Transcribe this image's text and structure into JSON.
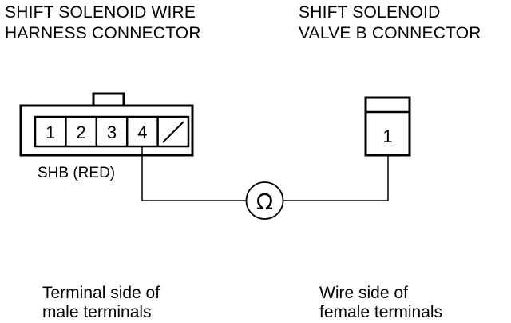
{
  "left_connector": {
    "title_line1": "SHIFT SOLENOID WIRE",
    "title_line2": "HARNESS CONNECTOR",
    "terminals": [
      "1",
      "2",
      "3",
      "4"
    ],
    "wire_label": "SHB (RED)",
    "caption_line1": "Terminal side of",
    "caption_line2": "male terminals"
  },
  "right_connector": {
    "title_line1": "SHIFT SOLENOID",
    "title_line2": "VALVE B CONNECTOR",
    "terminal": "1",
    "caption_line1": "Wire side of",
    "caption_line2": "female terminals"
  },
  "meter_symbol": "Ω"
}
